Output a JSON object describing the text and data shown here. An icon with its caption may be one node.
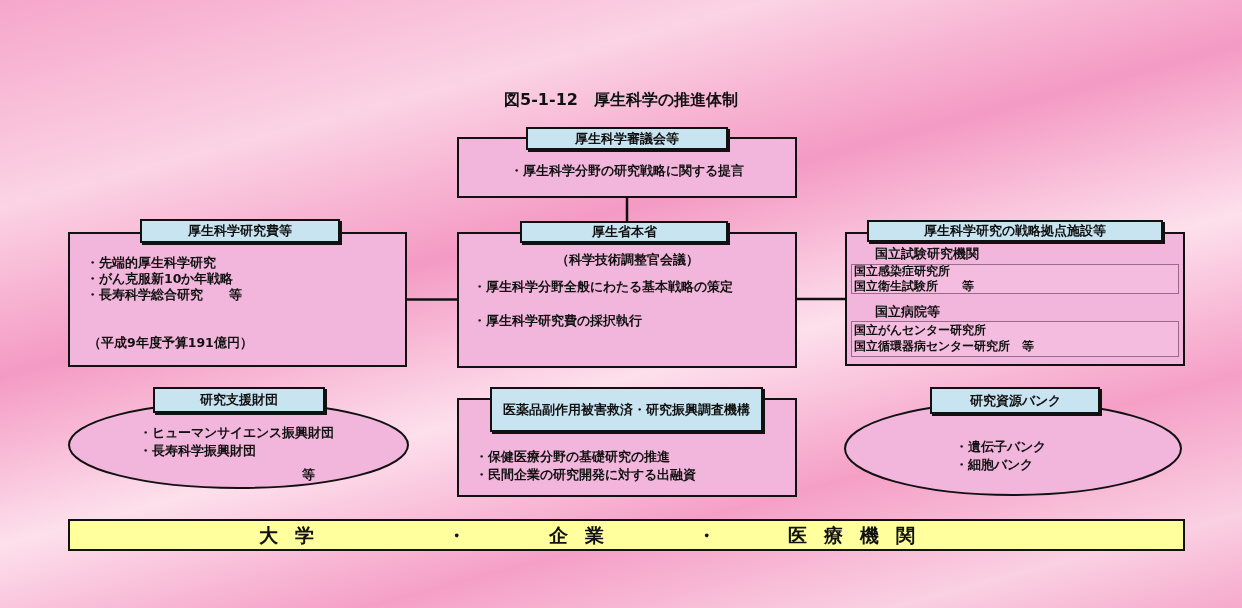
{
  "diagram": {
    "title": "図5-1-12　厚生科学の推進体制",
    "nodes": [
      {
        "text": [
          "厚生科学審議会等",
          "・厚生科学分野の研究戦略に関する提言"
        ]
      },
      {
        "text": [
          "厚生科学研究費等",
          "・先端的厚生科学研究",
          "・がん克服新10か年戦略",
          "・長寿科学総合研究　　等",
          "（平成9年度予算191億円）"
        ]
      },
      {
        "text": [
          "厚生省本省",
          "（科学技術調整官会議）",
          "・厚生科学分野全般にわたる基本戦略の策定",
          "・厚生科学研究費の採択執行"
        ]
      },
      {
        "text": [
          "厚生科学研究の戦略拠点施設等",
          "国立試験研究機関",
          "国立病院等"
        ]
      },
      {
        "text": [
          "国立感染症研究所",
          "国立衛生試験所　　等"
        ],
        "in": 3
      },
      {
        "text": [
          "国立がんセンター研究所",
          "国立循環器病センター研究所　等"
        ],
        "in": 3
      },
      {
        "text": [
          "研究支援財団",
          "・ヒューマンサイエンス振興財団",
          "・長寿科学振興財団",
          "等"
        ]
      },
      {
        "text": [
          "医薬品副作用被害救済・研究振興調査機構",
          "・保健医療分野の基礎研究の推進",
          "・民間企業の研究開発に対する出融資"
        ]
      },
      {
        "text": [
          "研究資源バンク",
          "・遺伝子バンク",
          "・細胞バンク"
        ]
      },
      {
        "text": [
          "大学",
          "・",
          "企業",
          "・",
          "医療機関"
        ]
      }
    ],
    "edges": [
      {
        "from": 0,
        "to": 2,
        "arrow": "none"
      },
      {
        "from": 1,
        "to": 2,
        "arrow": "none"
      },
      {
        "from": 2,
        "to": 3,
        "arrow": "none"
      }
    ]
  }
}
